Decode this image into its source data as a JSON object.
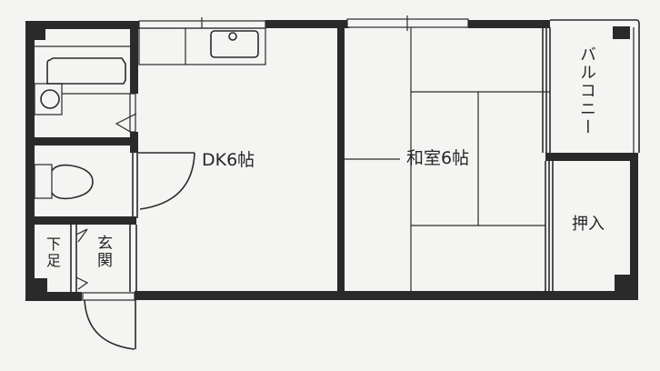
{
  "floor_plan": {
    "rooms": {
      "dk": {
        "label": "DK6帖"
      },
      "washitsu": {
        "label": "和室6帖"
      },
      "balcony": {
        "label": "バルコニー"
      },
      "oshiire": {
        "label": "押入"
      },
      "genkan": {
        "label": "玄関"
      },
      "getabako": {
        "label": "下足"
      }
    },
    "colors": {
      "wall": "#2a2a2a",
      "background": "#f4f4f2"
    }
  }
}
